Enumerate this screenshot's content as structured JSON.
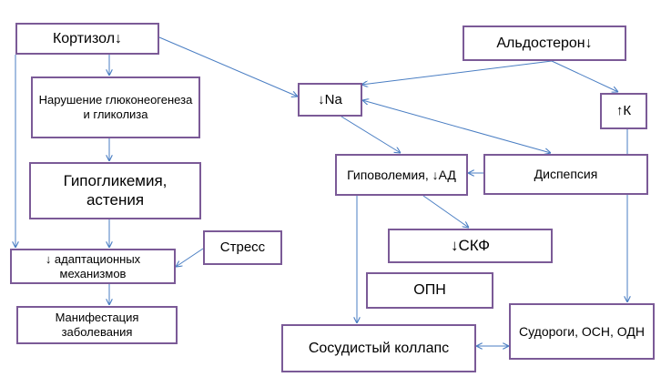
{
  "colors": {
    "box_border": "#7b5a97",
    "arrow": "#4a7ec3",
    "background": "#ffffff",
    "text": "#000000"
  },
  "nodes": {
    "cortisol": "Кортизол↓",
    "aldosterone": "Альдостерон↓",
    "glucose_disorder": "Нарушение глюконеогенеза и гликолиза",
    "sodium": "↓Na",
    "potassium": "↑К",
    "hypoglycemia": "Гипогликемия, астения",
    "hypovolemia": "Гиповолемия, ↓АД",
    "dyspepsia": "Диспепсия",
    "stress": "Стресс",
    "adaptation": "↓ адаптационных механизмов",
    "gfr": "↓СКФ",
    "manifestation": "Манифестация заболевания",
    "arf": "ОПН",
    "collapse": "Сосудистый коллапс",
    "seizures": "Судороги, ОСН, ОДН"
  }
}
